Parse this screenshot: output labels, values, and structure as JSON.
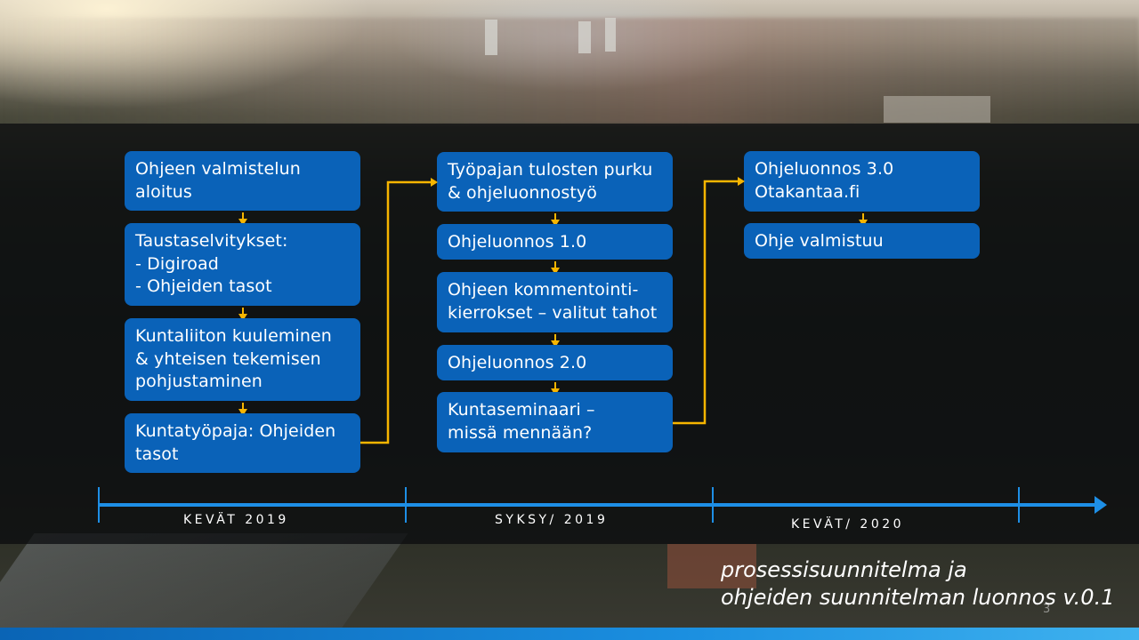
{
  "diagram": {
    "column1": {
      "steps": [
        "Ohjeen valmistelun\naloitus",
        "Taustaselvitykset:\n-  Digiroad\n-  Ohjeiden tasot",
        "Kuntaliiton kuuleminen\n& yhteisen tekemisen\npohjustaminen",
        "Kuntatyöpaja:  Ohjeiden\ntasot"
      ]
    },
    "column2": {
      "steps": [
        "Työpajan tulosten purku\n& ohjeluonnostyö",
        "Ohjeluonnos 1.0",
        "Ohjeen kommentointi-\nkierrokset – valitut tahot",
        "Ohjeluonnos 2.0",
        "Kuntaseminaari  –\nmissä mennään?"
      ]
    },
    "column3": {
      "steps": [
        "Ohjeluonnos 3.0\nOtakantaa.fi",
        "Ohje valmistuu"
      ]
    },
    "colors": {
      "box": "#0a62b8",
      "arrow": "#f7b500",
      "timeline": "#1e8fe6"
    }
  },
  "timeline": {
    "seasons": [
      "KEVÄT 2019",
      "SYKSY/ 2019",
      "KEVÄT/ 2020"
    ]
  },
  "caption": {
    "line1": "prosessisuunnitelma ja",
    "line2": "ohjeiden suunnitelman luonnos v.0.1"
  },
  "page_number": "3"
}
